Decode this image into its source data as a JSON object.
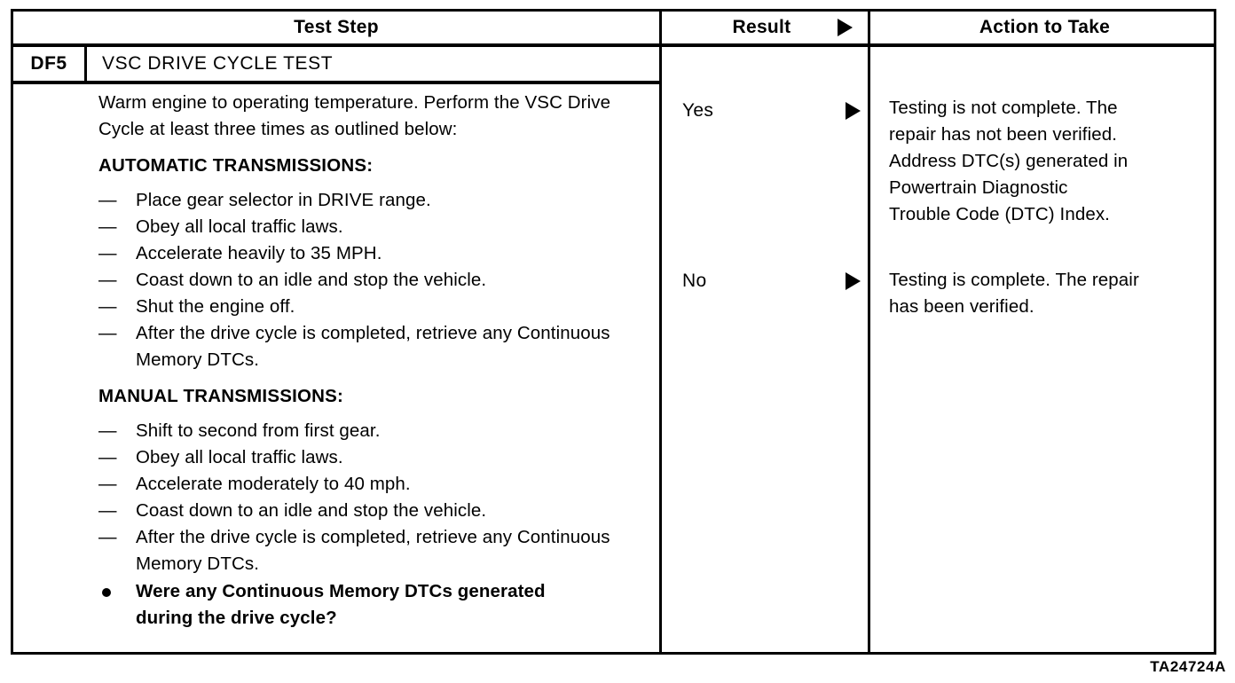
{
  "table": {
    "headers": {
      "test_step": "Test Step",
      "result": "Result",
      "action": "Action to Take"
    },
    "step": {
      "code": "DF5",
      "title": "VSC DRIVE CYCLE TEST",
      "intro": "Warm engine to operating temperature. Perform the VSC Drive Cycle at least three times as outlined below:",
      "automatic": {
        "heading": "AUTOMATIC TRANSMISSIONS:",
        "dash": "—",
        "items": [
          "Place gear selector in DRIVE range.",
          "Obey all local traffic laws.",
          "Accelerate heavily to 35 MPH.",
          "Coast down to an idle and stop the vehicle.",
          "Shut the engine off.",
          "After the drive cycle is completed, retrieve any Continuous Memory DTCs."
        ]
      },
      "manual": {
        "heading": "MANUAL TRANSMISSIONS:",
        "dash": "—",
        "items": [
          "Shift to second from first gear.",
          "Obey all local traffic laws.",
          "Accelerate moderately to 40 mph.",
          "Coast down to an idle and stop the vehicle.",
          "After the drive cycle is completed, retrieve any Continuous Memory DTCs."
        ]
      },
      "question": "Were any Continuous Memory DTCs generated during the drive cycle?"
    },
    "branches": [
      {
        "result": "Yes",
        "action_lines": [
          "Testing is not complete. The",
          "repair has not been verified.",
          "Address DTC(s) generated in",
          "Powertrain  Diagnostic",
          "Trouble Code (DTC) Index."
        ]
      },
      {
        "result": "No",
        "action_lines": [
          "Testing is complete. The repair",
          "has been verified."
        ]
      }
    ]
  },
  "figure_code": "TA24724A"
}
